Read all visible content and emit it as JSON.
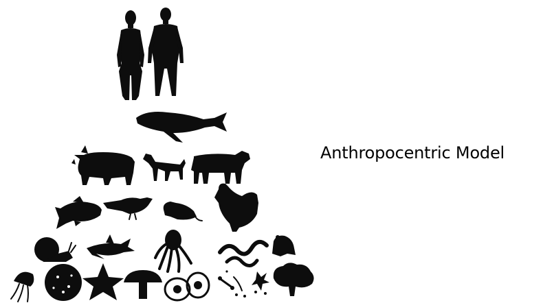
{
  "title": "Anthropocentric Model",
  "tiers": [
    {
      "level": 1,
      "organisms": [
        "woman",
        "man"
      ]
    },
    {
      "level": 2,
      "organisms": [
        "whale"
      ]
    },
    {
      "level": 3,
      "organisms": [
        "pig",
        "dog",
        "cow"
      ]
    },
    {
      "level": 4,
      "organisms": [
        "fish",
        "bird",
        "rat",
        "chicken"
      ]
    },
    {
      "level": 5,
      "organisms": [
        "snail",
        "shark",
        "octopus",
        "snakes",
        "frog"
      ]
    },
    {
      "level": 6,
      "organisms": [
        "jellyfish",
        "coral",
        "starfish",
        "mushroom",
        "cells",
        "microbes",
        "algae",
        "tree"
      ]
    }
  ],
  "colors": {
    "silhouette": "#0d0d0d",
    "background": "#ffffff",
    "text": "#000000"
  }
}
